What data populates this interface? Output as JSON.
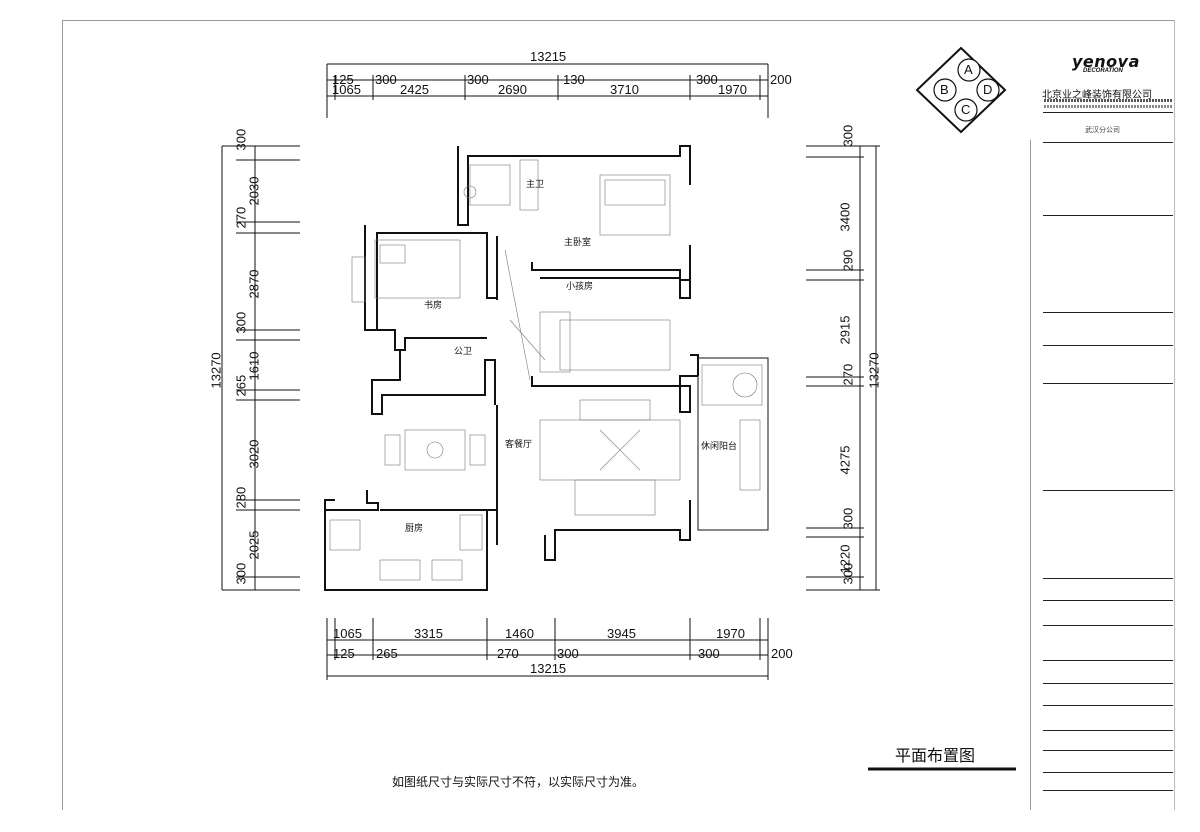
{
  "drawing": {
    "title": "平面布置图",
    "note": "如图纸尺寸与实际尺寸不符，以实际尺寸为准。",
    "compass": [
      "A",
      "B",
      "C",
      "D"
    ]
  },
  "dimensions": {
    "top_total": "13215",
    "top_row1": [
      "125",
      "300",
      "300",
      "130",
      "300",
      "200"
    ],
    "top_row2": [
      "1065",
      "2425",
      "2690",
      "3710",
      "1970"
    ],
    "bottom_total": "13215",
    "bottom_row1": [
      "1065",
      "3315",
      "1460",
      "3945",
      "1970"
    ],
    "bottom_row2": [
      "125",
      "265",
      "270",
      "300",
      "300",
      "200"
    ],
    "left_total": "13270",
    "left": [
      "300",
      "2030",
      "270",
      "2870",
      "300",
      "1610",
      "265",
      "3020",
      "280",
      "2025",
      "300"
    ],
    "right_total": "13270",
    "right": [
      "300",
      "3400",
      "290",
      "2915",
      "270",
      "4275",
      "300",
      "1220",
      "300"
    ]
  },
  "rooms": {
    "master_bath": "主卫",
    "master_bedroom": "主卧室",
    "child_room": "小孩房",
    "study": "书房",
    "public_bath": "公卫",
    "living_dining": "客餐厅",
    "balcony": "休闲阳台",
    "kitchen": "厨房"
  },
  "title_block": {
    "logo": "yenova",
    "logo_sub": "DECORATION",
    "company": "北京业之峰装饰有限公司",
    "branch": "武汉分公司"
  }
}
